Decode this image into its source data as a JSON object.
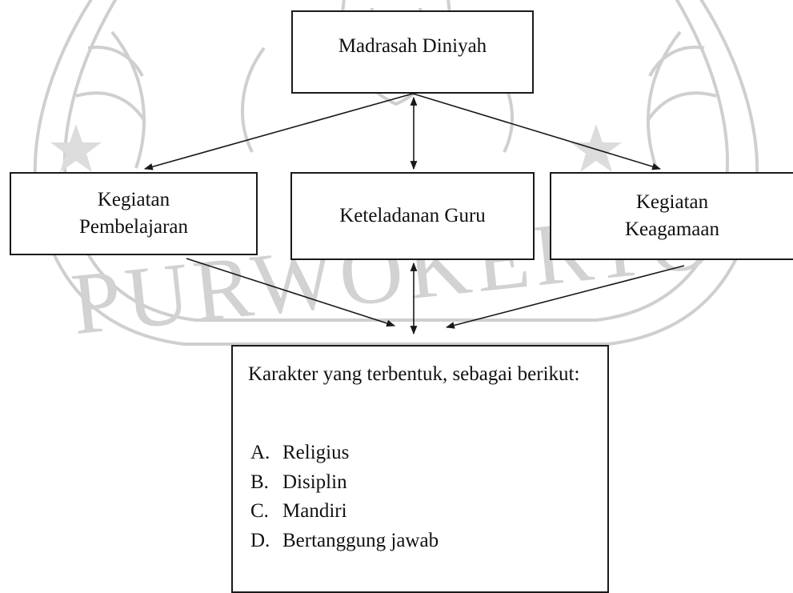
{
  "top_box": {
    "label": "Madrasah Diniyah"
  },
  "middle_boxes": [
    {
      "label": "Kegiatan Pembelajaran"
    },
    {
      "label": "Keteladanan Guru"
    },
    {
      "label": "Kegiatan Keagamaan"
    }
  ],
  "result_box": {
    "intro": "Karakter yang terbentuk, sebagai berikut:",
    "items": [
      {
        "marker": "A.",
        "text": "Religius"
      },
      {
        "marker": "B.",
        "text": "Disiplin"
      },
      {
        "marker": "C.",
        "text": "Mandiri"
      },
      {
        "marker": "D.",
        "text": "Bertanggung jawab"
      }
    ]
  },
  "watermark": {
    "text": "PURWOKERTO",
    "color": "#c8c8c8"
  },
  "colors": {
    "line": "#1a1a1a",
    "text": "#111111",
    "background": "#ffffff"
  }
}
